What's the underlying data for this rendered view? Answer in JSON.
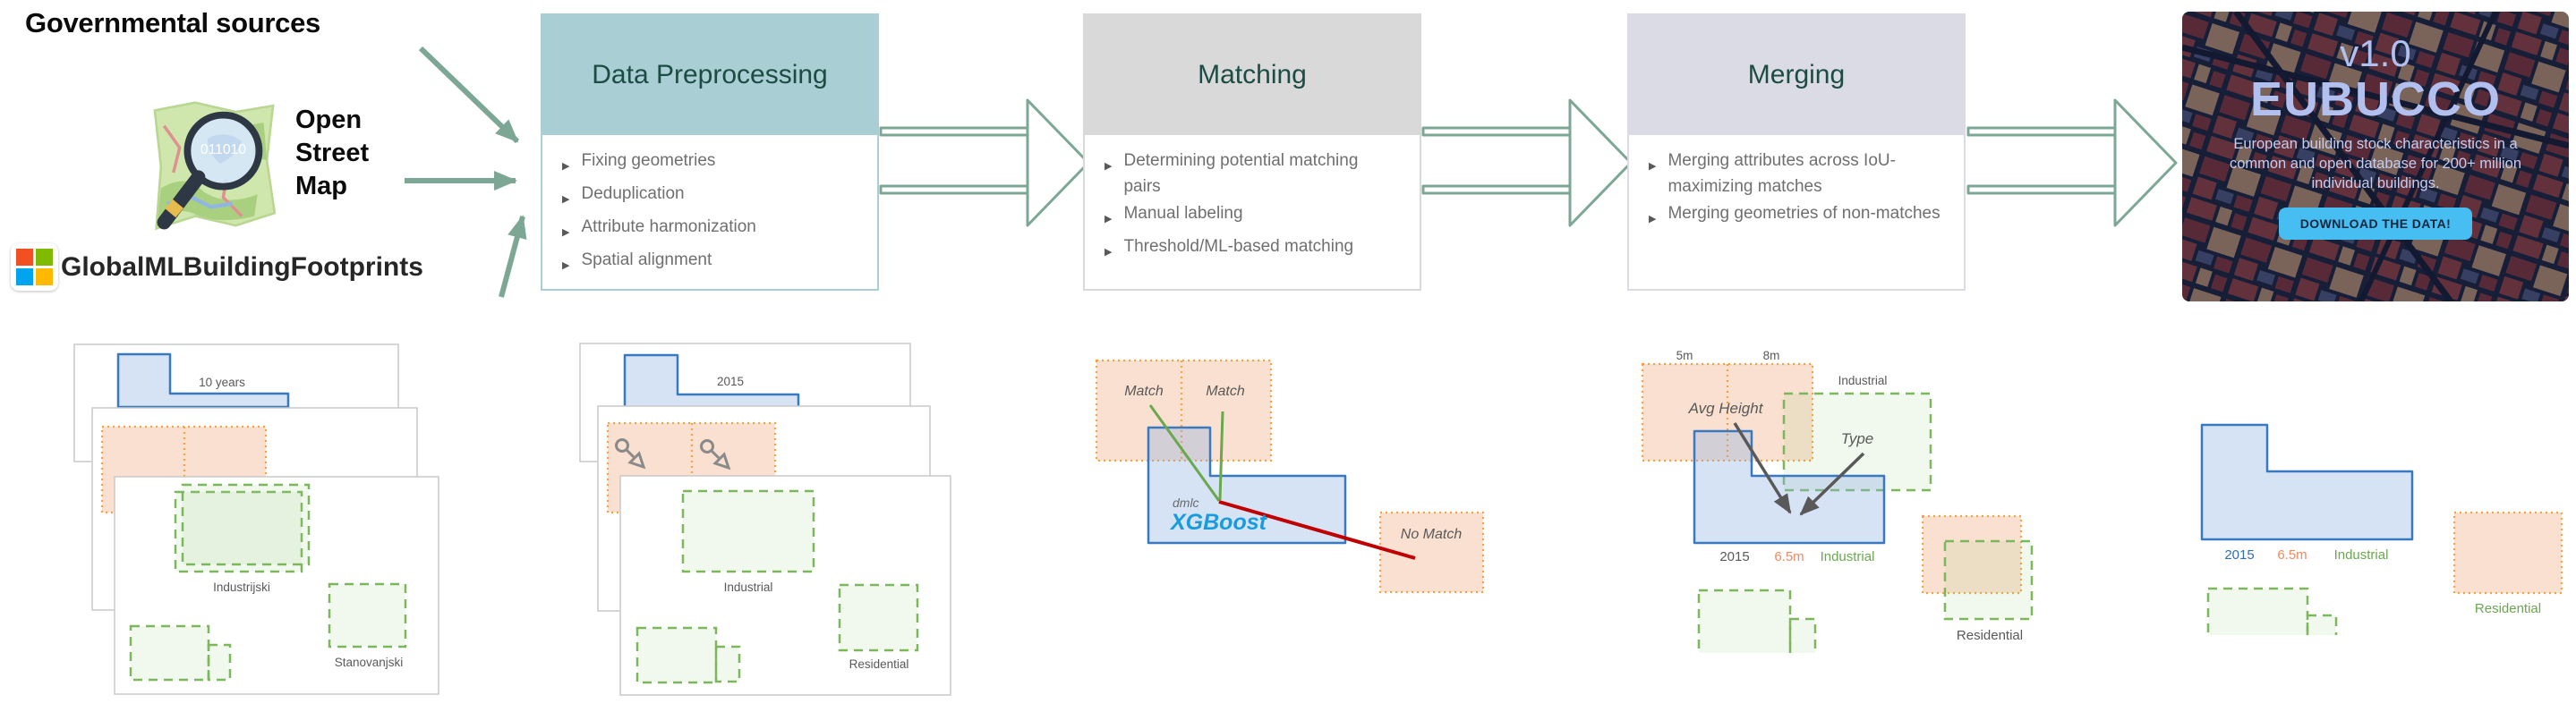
{
  "icons": {
    "bullet": "▶",
    "osm_binary": "011010"
  },
  "colors": {
    "flow_arrow": "#7ca795",
    "title_text": "#1c4c44",
    "bullet_text": "#6f6f6f",
    "prep_header": "#a9ced3",
    "match_header": "#d9d9d9",
    "merge_header": "#dadbe5",
    "building_blue": "#3879c0",
    "attr_orange": "#f9a13c",
    "attr_green": "#7db75c",
    "match_line_green": "#6aa84f",
    "no_match_red": "#c00000",
    "annotation_gray": "#595959",
    "xgboost_blue": "#189cdc",
    "eubucco_text": "#b2c0f0",
    "download_button": "#47bef1"
  },
  "sources": {
    "governmental": "Governmental sources",
    "osm": {
      "line1": "Open",
      "line2": "Street",
      "line3": "Map"
    },
    "global_ml": "GlobalMLBuildingFootprints"
  },
  "pipeline": {
    "stages": [
      {
        "title": "Data Preprocessing",
        "items": [
          "Fixing geometries",
          "Deduplication",
          "Attribute harmonization",
          "Spatial alignment"
        ]
      },
      {
        "title": "Matching",
        "items": [
          "Determining potential matching pairs",
          "Manual labeling",
          "Threshold/ML-based matching"
        ]
      },
      {
        "title": "Merging",
        "items": [
          "Merging attributes across IoU-maximizing matches",
          "Merging geometries of non-matches"
        ]
      }
    ]
  },
  "eubucco": {
    "version": "v1.0",
    "name": "EUBUCCO",
    "description": "European building stock characteristics in a common and open database for 200+ million individual buildings.",
    "button": "DOWNLOAD THE DATA!"
  },
  "diagrams": {
    "before": {
      "age": "10 years",
      "industrial": "Industrijski",
      "residential": "Stanovanjski"
    },
    "after": {
      "year": "2015",
      "industrial": "Industrial",
      "residential": "Residential"
    },
    "matching": {
      "match1": "Match",
      "match2": "Match",
      "no_match": "No Match",
      "logo_top": "dmlc",
      "logo_bottom": "XGBoost"
    },
    "merging": {
      "h1": "5m",
      "h2": "8m",
      "avg_height": "Avg Height",
      "type": "Type",
      "industrial_top": "Industrial",
      "year": "2015",
      "height": "6.5m",
      "type_value": "Industrial",
      "residential": "Residential"
    },
    "result": {
      "year": "2015",
      "height": "6.5m",
      "type": "Industrial",
      "residential": "Residential"
    }
  }
}
